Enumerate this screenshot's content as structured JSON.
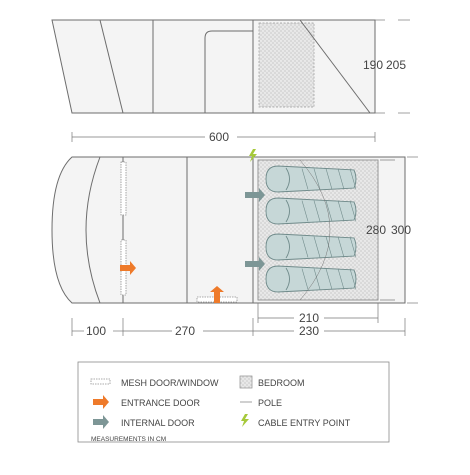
{
  "colors": {
    "outline": "#6d6d6d",
    "fill": "#f4f4f4",
    "bedroom_fill": "#d9d9d9",
    "sleeping_bag": "#c6d7d7",
    "sleeping_bag_stroke": "#6f8a8a",
    "internal_door_arrow": "#7d9696",
    "entrance_door_arrow": "#ee7a2a",
    "cable_bolt": "#a6c93a",
    "mesh": "#909090"
  },
  "dimensions": {
    "side_height_inner": "190",
    "side_height_outer": "205",
    "total_length": "600",
    "width_inner": "280",
    "width_outer": "300",
    "porch_length": "100",
    "living_length": "270",
    "bedroom_length_inner": "210",
    "bedroom_length_outer": "230"
  },
  "legend": {
    "mesh_door_window": "MESH DOOR/WINDOW",
    "bedroom": "BEDROOM",
    "entrance_door": "ENTRANCE DOOR",
    "pole": "POLE",
    "internal_door": "INTERNAL DOOR",
    "cable_entry_point": "CABLE ENTRY POINT",
    "measurements_note": "MEASUREMENTS IN CM"
  },
  "icons": {
    "mesh": "mesh-icon",
    "bedroom": "bedroom-swatch-icon",
    "entrance_door": "orange-arrow-icon",
    "pole": "pole-line-icon",
    "internal_door": "grey-arrow-icon",
    "cable_entry": "lightning-bolt-icon"
  }
}
